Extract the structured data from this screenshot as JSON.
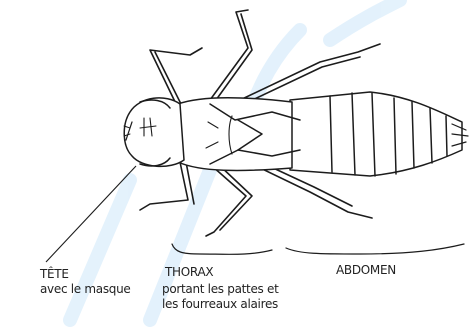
{
  "labels": {
    "head": "TÊTE",
    "head_sub": "avec le masque",
    "thorax": "THORAX",
    "thorax_sub_1": "portant les pattes et",
    "thorax_sub_2": "les fourreaux alaires",
    "abdomen": "ABDOMEN"
  },
  "colors": {
    "ink": "#1c1c1c",
    "watermark": "#cfe6f7"
  }
}
